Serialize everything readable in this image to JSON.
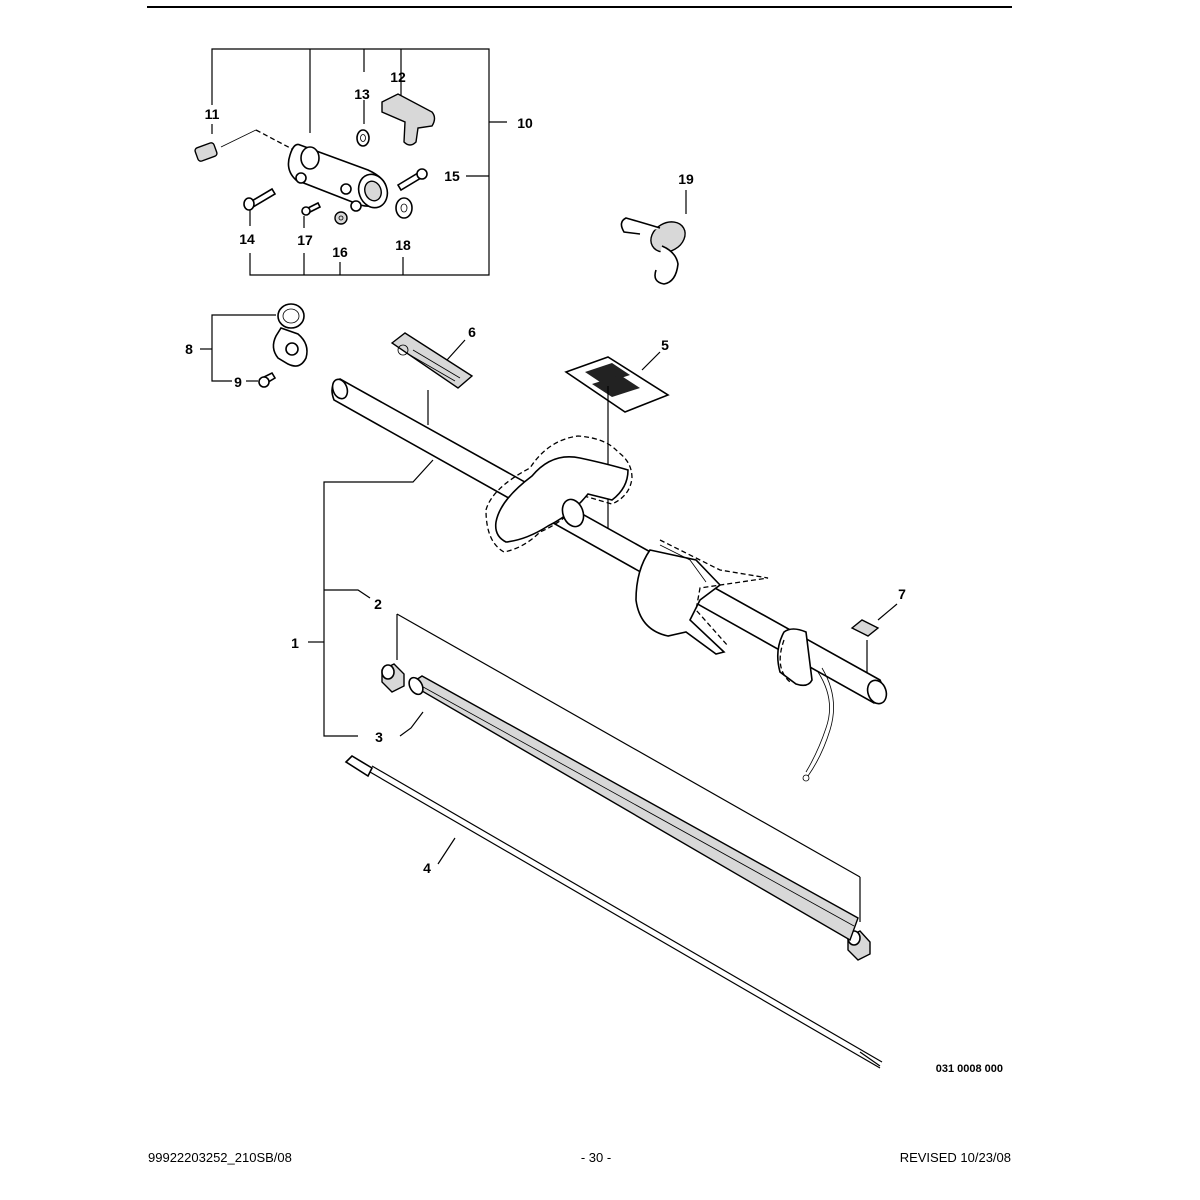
{
  "callouts": {
    "c1": "1",
    "c2": "2",
    "c3": "3",
    "c4": "4",
    "c5": "5",
    "c6": "6",
    "c7": "7",
    "c8": "8",
    "c9": "9",
    "c10": "10",
    "c11": "11",
    "c12": "12",
    "c13": "13",
    "c14": "14",
    "c15": "15",
    "c16": "16",
    "c17": "17",
    "c18": "18",
    "c19": "19"
  },
  "diagram_code": "031 0008 000",
  "footer": {
    "left": "99922203252_210SB/08",
    "center": "- 30 -",
    "right": "REVISED 10/23/08"
  }
}
